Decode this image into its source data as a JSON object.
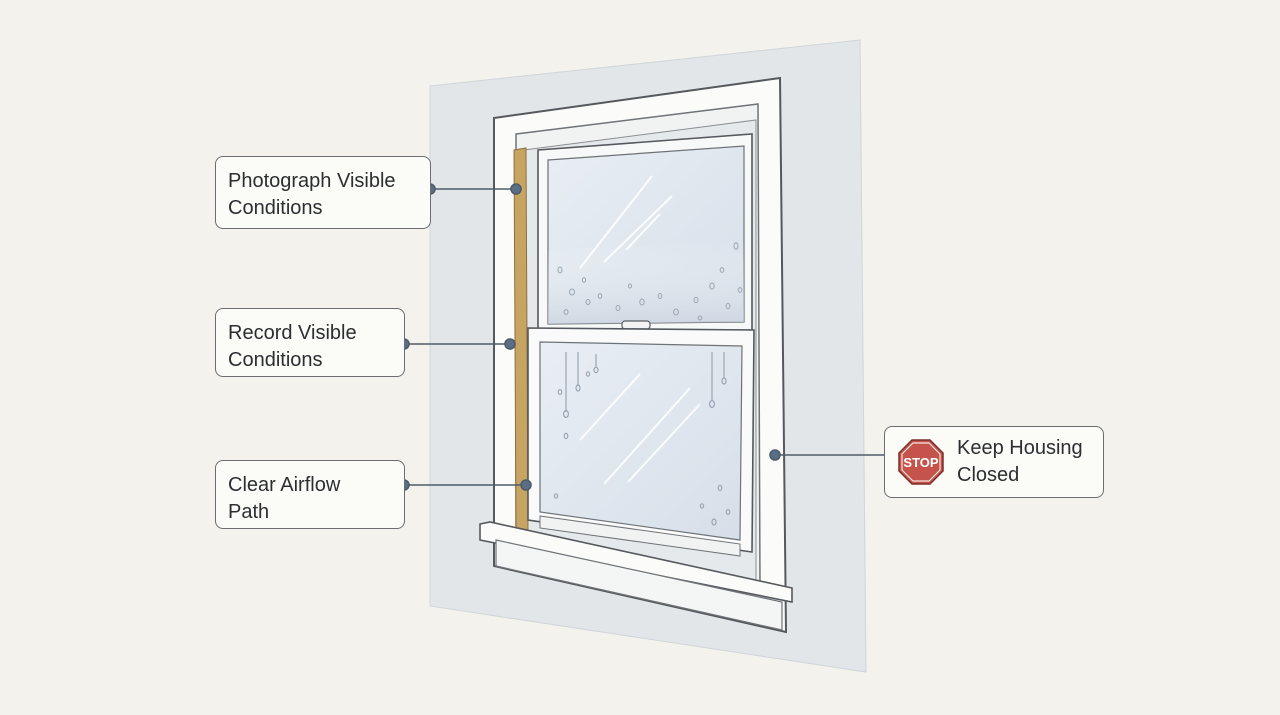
{
  "callouts": {
    "photograph": {
      "line1": "Photograph Visible",
      "line2": "Conditions"
    },
    "record": {
      "line1": "Record Visible",
      "line2": "Conditions"
    },
    "airflow": {
      "line1": "Clear Airflow",
      "line2": "Path"
    },
    "housing": {
      "line1": "Keep Housing",
      "line2": "Closed",
      "sign_text": "STOP",
      "sign_color": "#c5534b"
    }
  },
  "colors": {
    "background": "#f3f2ec",
    "wall": "#e2e6e9",
    "frame": "#ffffff",
    "glass": "#dfe7ef",
    "wood_strip": "#c8a463",
    "leader_dot": "#5a6f86",
    "outline": "#5f6266"
  }
}
